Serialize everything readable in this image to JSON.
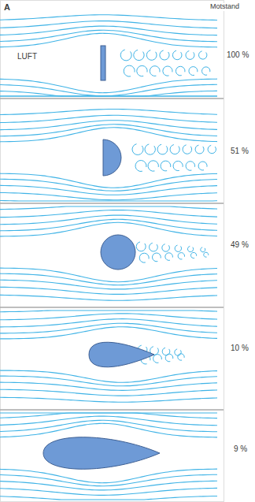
{
  "diagram": {
    "labels": [
      "A",
      "Motstand",
      "LUFT",
      "100 %",
      "51 %",
      "49 %",
      "10 %",
      "9 %"
    ]
  }
}
